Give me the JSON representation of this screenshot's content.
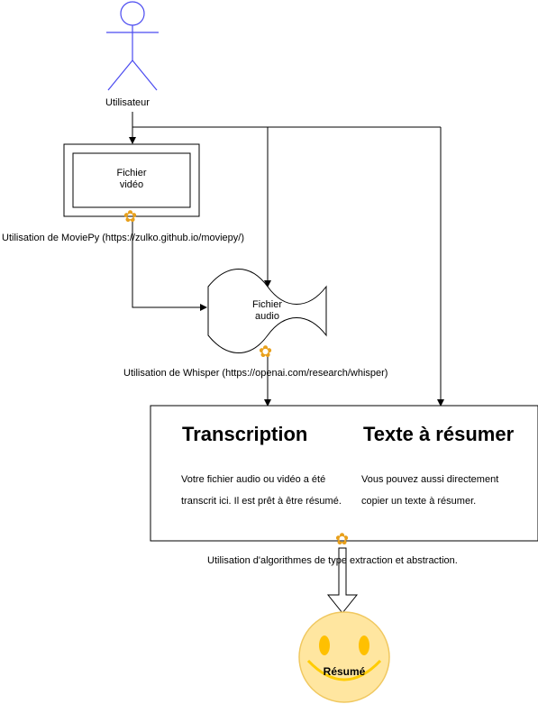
{
  "actor": {
    "label": "Utilisateur",
    "stroke": "#4a4af0"
  },
  "video_box": {
    "label_line1": "Fichier",
    "label_line2": "vidéo"
  },
  "audio_doc": {
    "label_line1": "Fichier",
    "label_line2": "audio"
  },
  "steps": {
    "moviepy": "Utilisation de MoviePy (https://zulko.github.io/moviepy/)",
    "whisper": "Utilisation de Whisper (https://openai.com/research/whisper)",
    "algorithms": "Utilisation d'algorithmes de type extraction et abstraction."
  },
  "panel": {
    "transcription": {
      "heading": "Transcription",
      "body": "Votre fichier audio ou vidéo a été transcrit ici. Il est prêt à être résumé."
    },
    "text_to_summarize": {
      "heading": "Texte à résumer",
      "body": "Vous pouvez aussi directement copier un texte à résumer."
    }
  },
  "result": {
    "label": "Résumé",
    "fill": "#ffe6a0",
    "stroke": "#f0c860",
    "eye_color": "#ffc000",
    "smile_color": "#ffcc00"
  },
  "gear_icon": "gear-icon",
  "gear_color": "#e8a01c"
}
